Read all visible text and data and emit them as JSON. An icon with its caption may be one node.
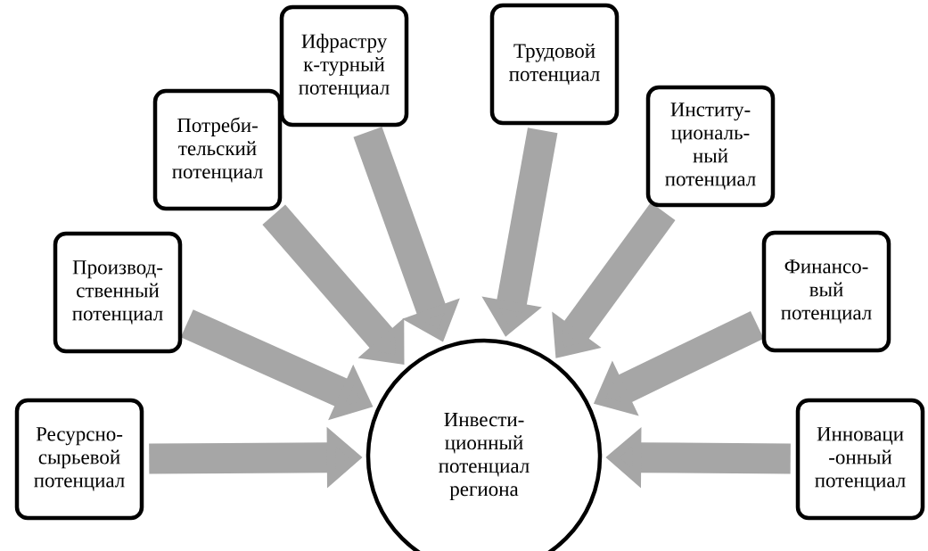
{
  "diagram": {
    "nodes": [
      {
        "text": [
          "Ресурсно- сырьевой потенциал"
        ]
      },
      {
        "text": [
          "Производ- ственный потенциал"
        ]
      },
      {
        "text": [
          "Потреби- тельский потенциал"
        ]
      },
      {
        "text": [
          "Ифрастру к-турный потенциал"
        ]
      },
      {
        "text": [
          "Трудовой потенциал"
        ]
      },
      {
        "text": [
          "Институ- циональ- ный потенциал"
        ]
      },
      {
        "text": [
          "Финансо- вый потенциал"
        ]
      },
      {
        "text": [
          "Инноваци -онный потенциал"
        ]
      },
      {
        "text": [
          "Инвести- ционный потенциал региона"
        ]
      }
    ],
    "edges": [
      {
        "from": 0,
        "to": 8,
        "arrow": "to"
      },
      {
        "from": 1,
        "to": 8,
        "arrow": "to"
      },
      {
        "from": 2,
        "to": 8,
        "arrow": "to"
      },
      {
        "from": 3,
        "to": 8,
        "arrow": "to"
      },
      {
        "from": 4,
        "to": 8,
        "arrow": "to"
      },
      {
        "from": 5,
        "to": 8,
        "arrow": "to"
      },
      {
        "from": 6,
        "to": 8,
        "arrow": "to"
      },
      {
        "from": 7,
        "to": 8,
        "arrow": "to"
      }
    ]
  }
}
